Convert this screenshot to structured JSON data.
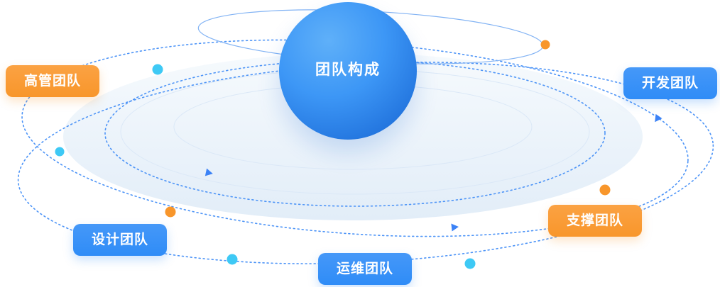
{
  "diagram": {
    "title": "团队构成",
    "teams": [
      {
        "id": "executive",
        "label": "高管团队",
        "variant": "orange"
      },
      {
        "id": "development",
        "label": "开发团队",
        "variant": "blue"
      },
      {
        "id": "design",
        "label": "设计团队",
        "variant": "blue"
      },
      {
        "id": "operations",
        "label": "运维团队",
        "variant": "blue"
      },
      {
        "id": "support",
        "label": "支撑团队",
        "variant": "orange"
      }
    ],
    "colors": {
      "badge_orange": "#F8962B",
      "badge_blue": "#2F8CF7",
      "sphere_light": "#5FB0F9",
      "sphere_dark": "#1563D2",
      "orbit_blue": "#4D94F7",
      "orbit_light": "#82B3F4",
      "dot_cyan": "#3EC9F5",
      "dot_orange": "#F8962B",
      "arrow_blue": "#3B82F6"
    }
  }
}
